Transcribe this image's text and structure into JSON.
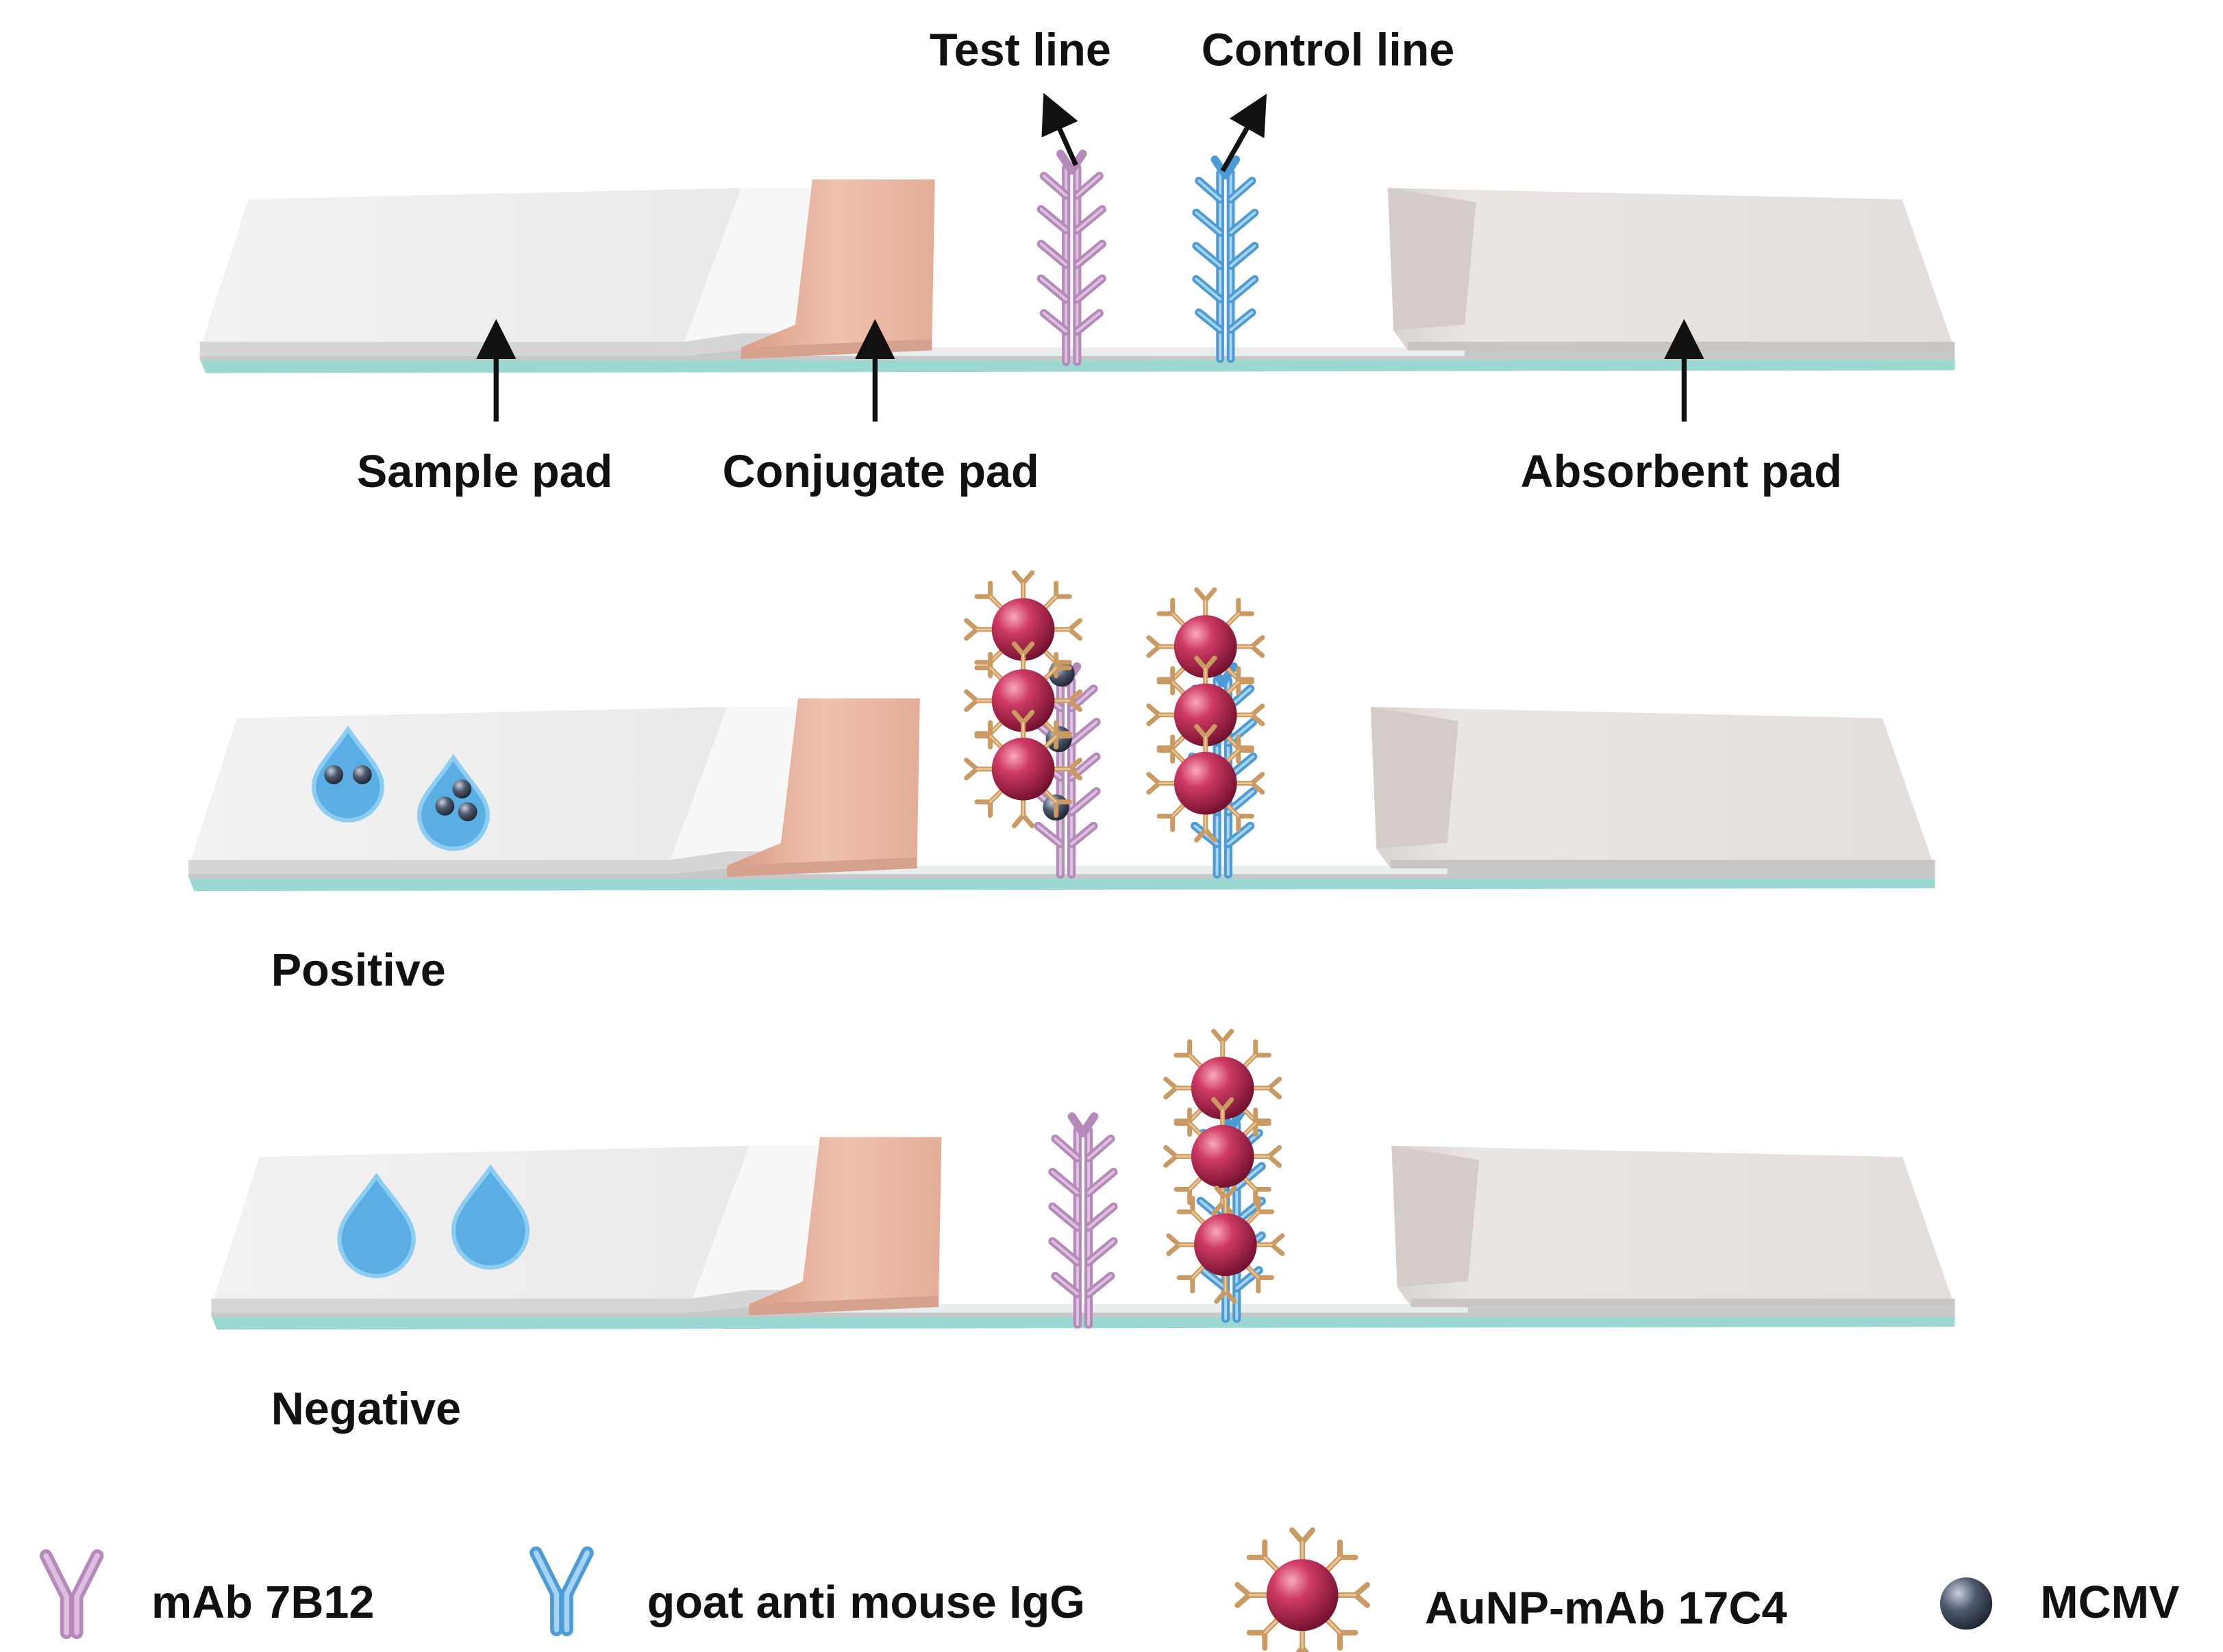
{
  "labels": {
    "test_line": "Test line",
    "control_line": "Control line",
    "sample_pad": "Sample pad",
    "conjugate_pad": "Conjugate pad",
    "absorbent_pad": "Absorbent pad",
    "positive": "Positive",
    "negative": "Negative"
  },
  "legend": [
    {
      "icon": "mab-7b12-antibody-icon",
      "label": "mAb 7B12"
    },
    {
      "icon": "goat-anti-mouse-igg-antibody-icon",
      "label": "goat anti mouse IgG"
    },
    {
      "icon": "aunp-mab-17c4-conjugate-icon",
      "label": "AuNP-mAb 17C4"
    },
    {
      "icon": "mcmv-particle-icon",
      "label": "MCMV"
    }
  ],
  "colors": {
    "mab_7b12": "#c6a0c8",
    "goat_igg": "#6bb3e6",
    "aunp": "#b8254f",
    "aunp_ligand": "#d8b07a",
    "mcmv": "#4b5566",
    "conjugate_pad": "#e8b7a3",
    "absorbent_pad": "#e6e1de",
    "sample_pad": "#efefef",
    "backing": "#9ad8d1",
    "droplet": "#5aaee3"
  }
}
